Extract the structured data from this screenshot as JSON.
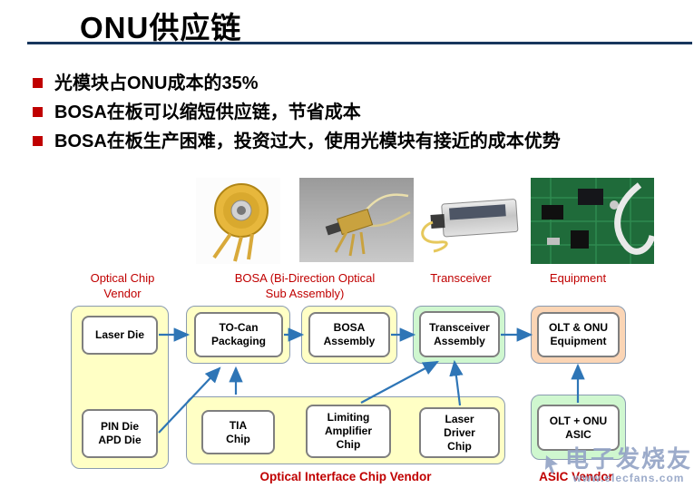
{
  "colors": {
    "accent_red": "#C00000",
    "title_rule_navy": "#17365D",
    "arrow_blue": "#2E75B6",
    "container_yellow": "#FFFFC5",
    "container_green": "#CFF7CF",
    "container_orange": "#FBD5B5"
  },
  "header": {
    "title": "ONU供应链"
  },
  "bullets": [
    "光模块占ONU成本的35%",
    "BOSA在板可以缩短供应链，节省成本",
    "BOSA在板生产困难，投资过大，使用光模块有接近的成本优势"
  ],
  "photo_row": {
    "labels": {
      "optical_chip_vendor": "Optical Chip\nVendor",
      "bosa": "BOSA (Bi-Direction Optical\nSub Assembly)",
      "transceiver": "Transceiver",
      "equipment": "Equipment"
    }
  },
  "diagram": {
    "boxes": {
      "laser_die": "Laser Die",
      "pin_apd_die": "PIN Die\nAPD Die",
      "to_can_packaging": "TO-Can\nPackaging",
      "bosa_assembly": "BOSA\nAssembly",
      "transceiver_assembly": "Transceiver\nAssembly",
      "olt_onu_equipment": "OLT & ONU\nEquipment",
      "tia_chip": "TIA\nChip",
      "limiting_amplifier_chip": "Limiting\nAmplifier\nChip",
      "laser_driver_chip": "Laser\nDriver\nChip",
      "olt_onu_asic": "OLT + ONU\nASIC"
    },
    "footer_labels": {
      "optical_interface_chip_vendor": "Optical Interface Chip Vendor",
      "asic_vendor": "ASIC Vendor"
    }
  },
  "watermark": {
    "brand": "电子发烧友",
    "url": "www.elecfans.com"
  }
}
